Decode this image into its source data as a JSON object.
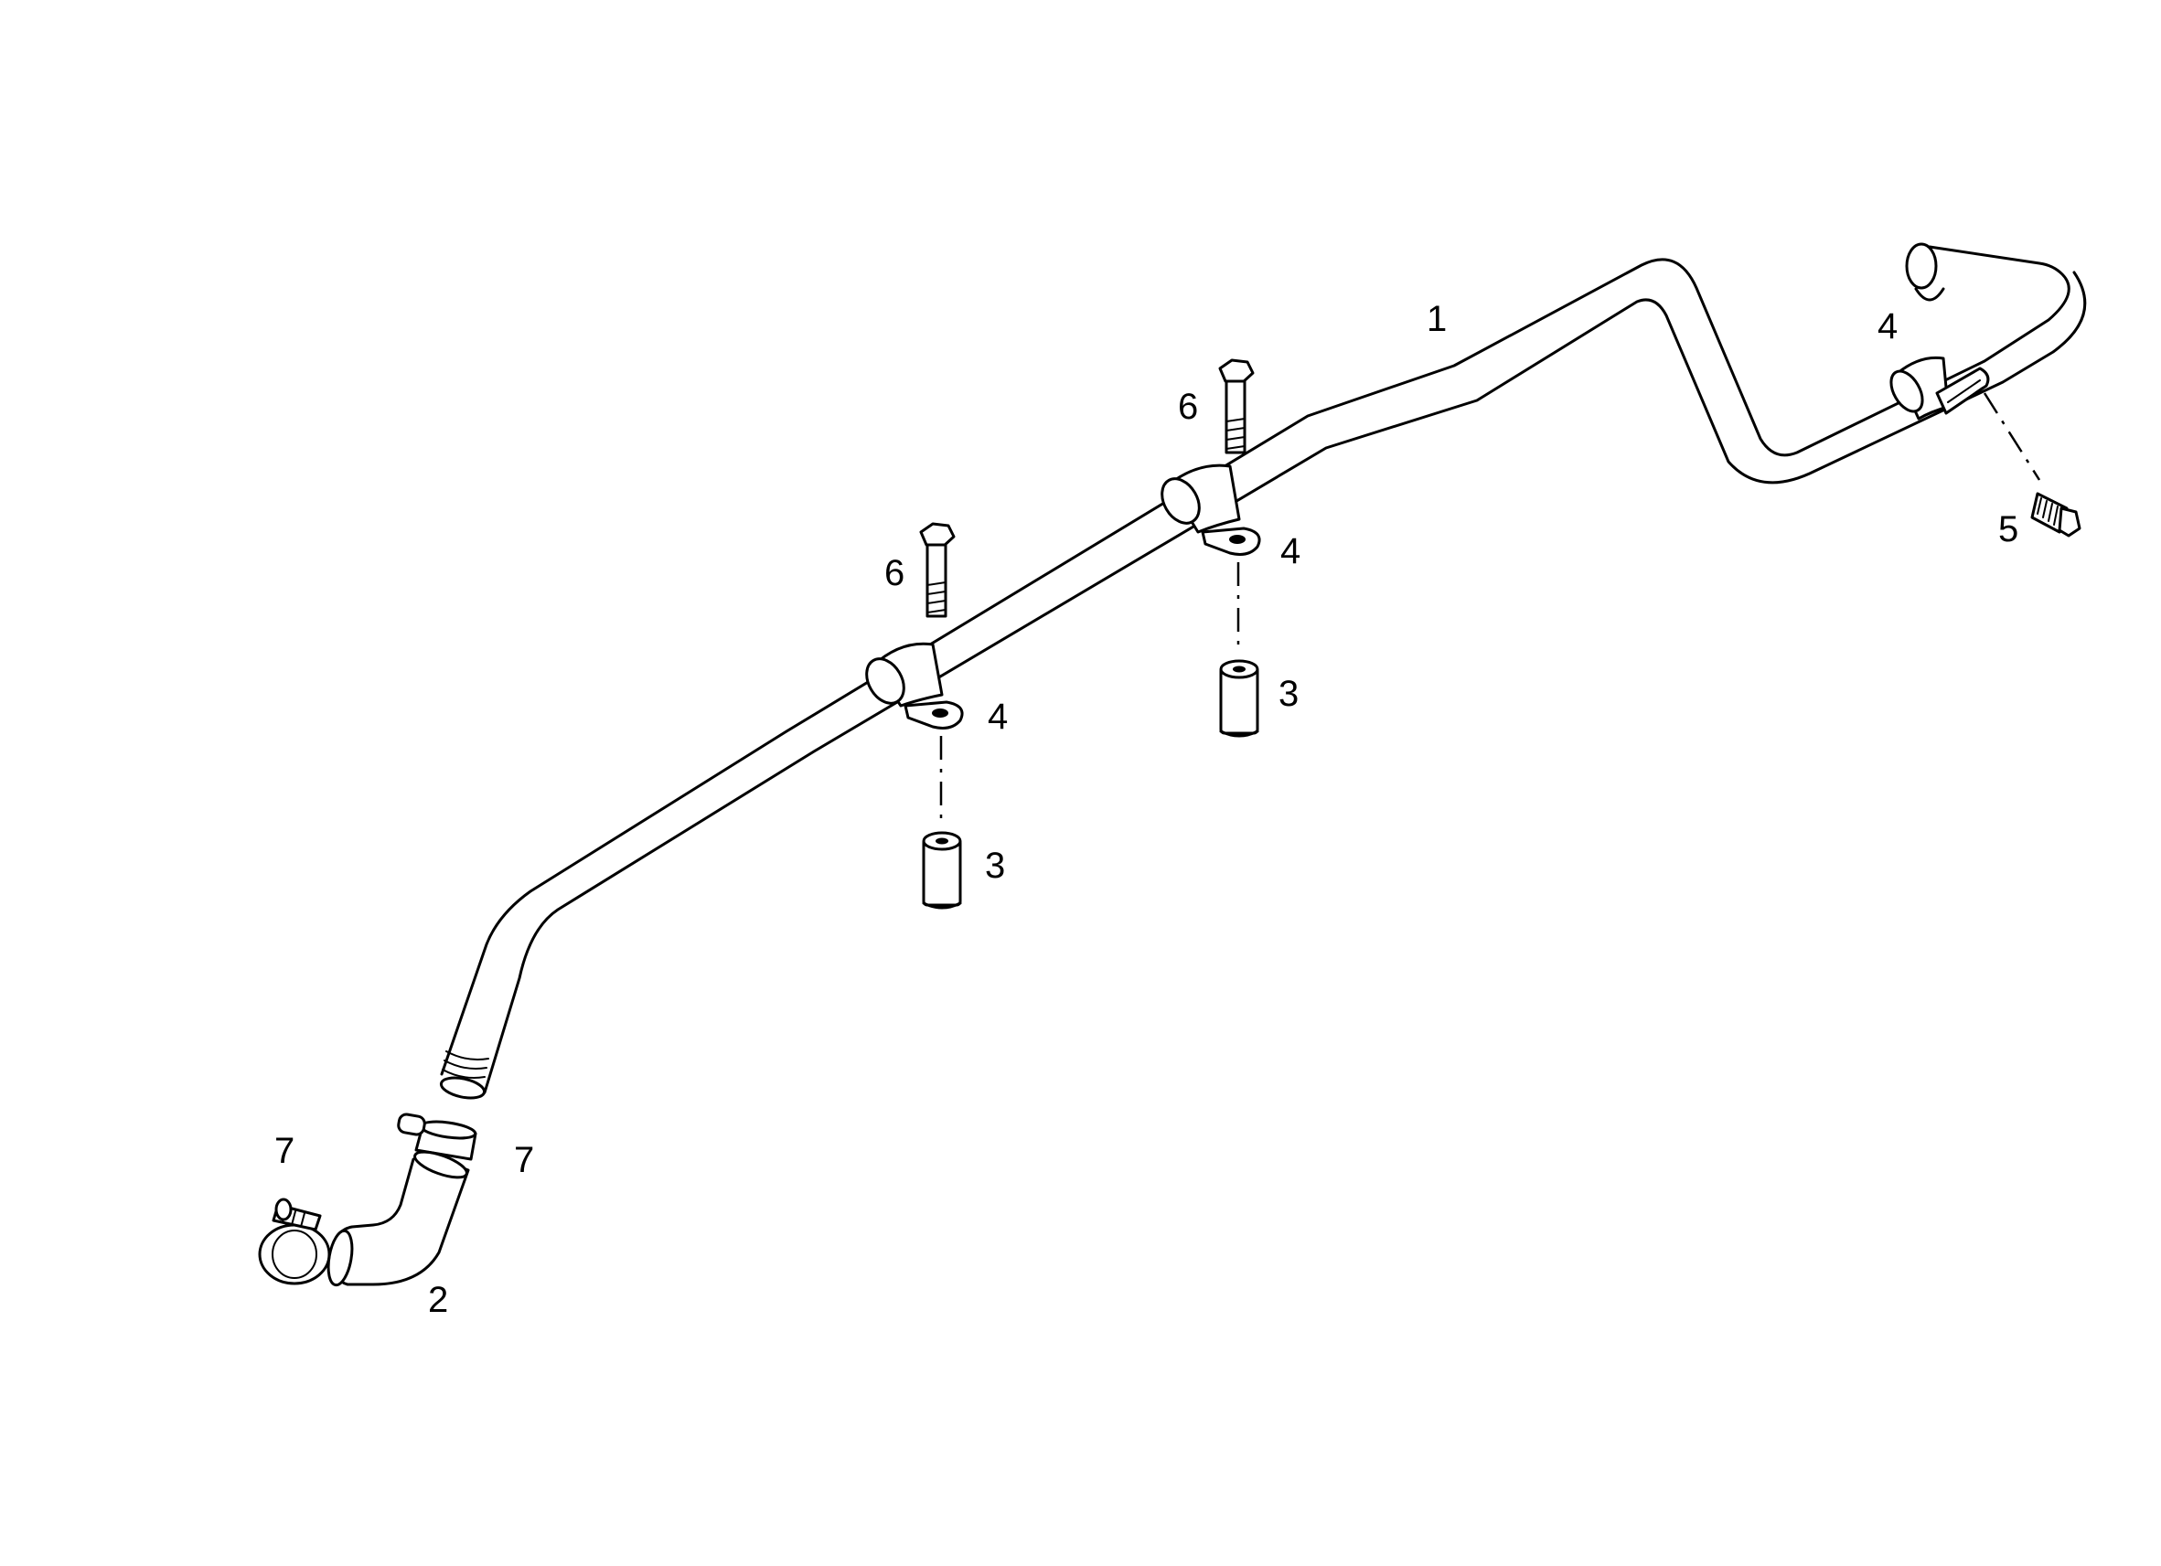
{
  "callouts": {
    "pipe_main": "1",
    "hose_elbow": "2",
    "spacer_left": "3",
    "spacer_center": "3",
    "clamp_left": "4",
    "clamp_center": "4",
    "clamp_right": "4",
    "bolt_right": "5",
    "bolt_left": "6",
    "bolt_center": "6",
    "hose_clamp_lower": "7",
    "hose_clamp_upper": "7"
  }
}
